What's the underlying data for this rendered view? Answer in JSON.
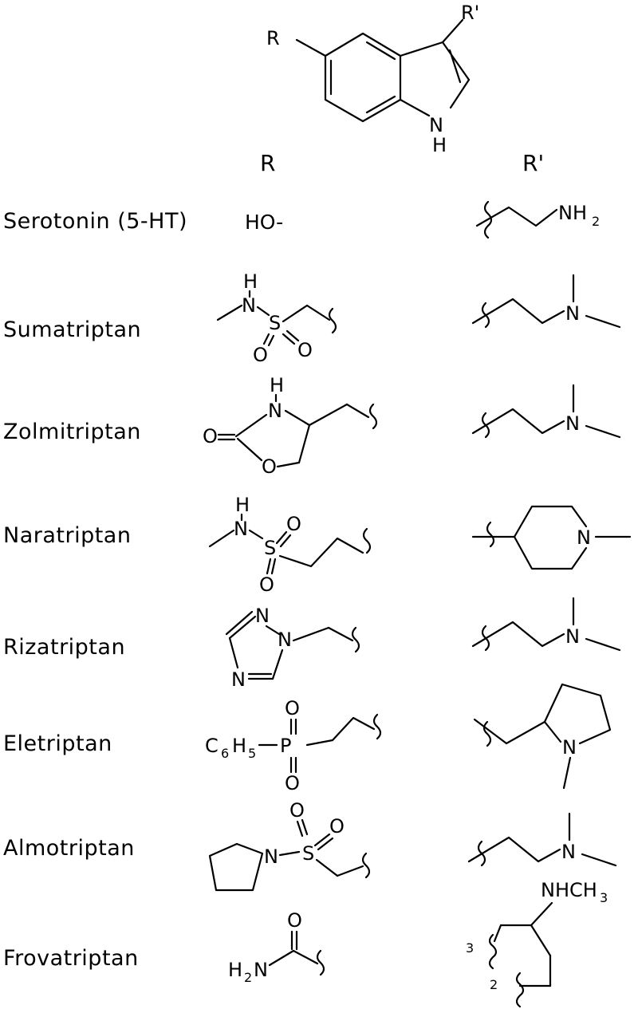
{
  "scaffold": {
    "r_label": "R",
    "rprime_label": "R'",
    "nh_n": "N",
    "nh_h": "H"
  },
  "headers": {
    "r": "R",
    "rprime": "R'"
  },
  "rows": [
    {
      "name": "Serotonin (5-HT)",
      "r_text": "HO-",
      "rp_n": "NH",
      "rp_sub": "2"
    },
    {
      "name": "Sumatriptan",
      "r_h": "H",
      "r_n": "N",
      "r_s": "S",
      "r_o1": "O",
      "r_o2": "O",
      "rp_n": "N"
    },
    {
      "name": "Zolmitriptan",
      "r_h": "H",
      "r_n": "N",
      "r_o_exo": "O",
      "r_o_ring": "O",
      "rp_n": "N"
    },
    {
      "name": "Naratriptan",
      "r_h": "H",
      "r_n": "N",
      "r_s": "S",
      "r_o1": "O",
      "r_o2": "O",
      "rp_n": "N"
    },
    {
      "name": "Rizatriptan",
      "r_n1": "N",
      "r_n2": "N",
      "r_n3": "N",
      "rp_n": "N"
    },
    {
      "name": "Eletriptan",
      "r_c": "C",
      "r_c_sub": "6",
      "r_h": "H",
      "r_h_sub": "5",
      "r_p": "P",
      "r_o1": "O",
      "r_o2": "O",
      "rp_n": "N"
    },
    {
      "name": "Almotriptan",
      "r_n": "N",
      "r_s": "S",
      "r_o1": "O",
      "r_o2": "O",
      "rp_n": "N"
    },
    {
      "name": "Frovatriptan",
      "r_o": "O",
      "r_h": "H",
      "r_h_sub": "2",
      "r_n": "N",
      "rp_nhch": "NHCH",
      "rp_sub": "3",
      "rp_pos3": "3",
      "rp_pos2": "2"
    }
  ]
}
